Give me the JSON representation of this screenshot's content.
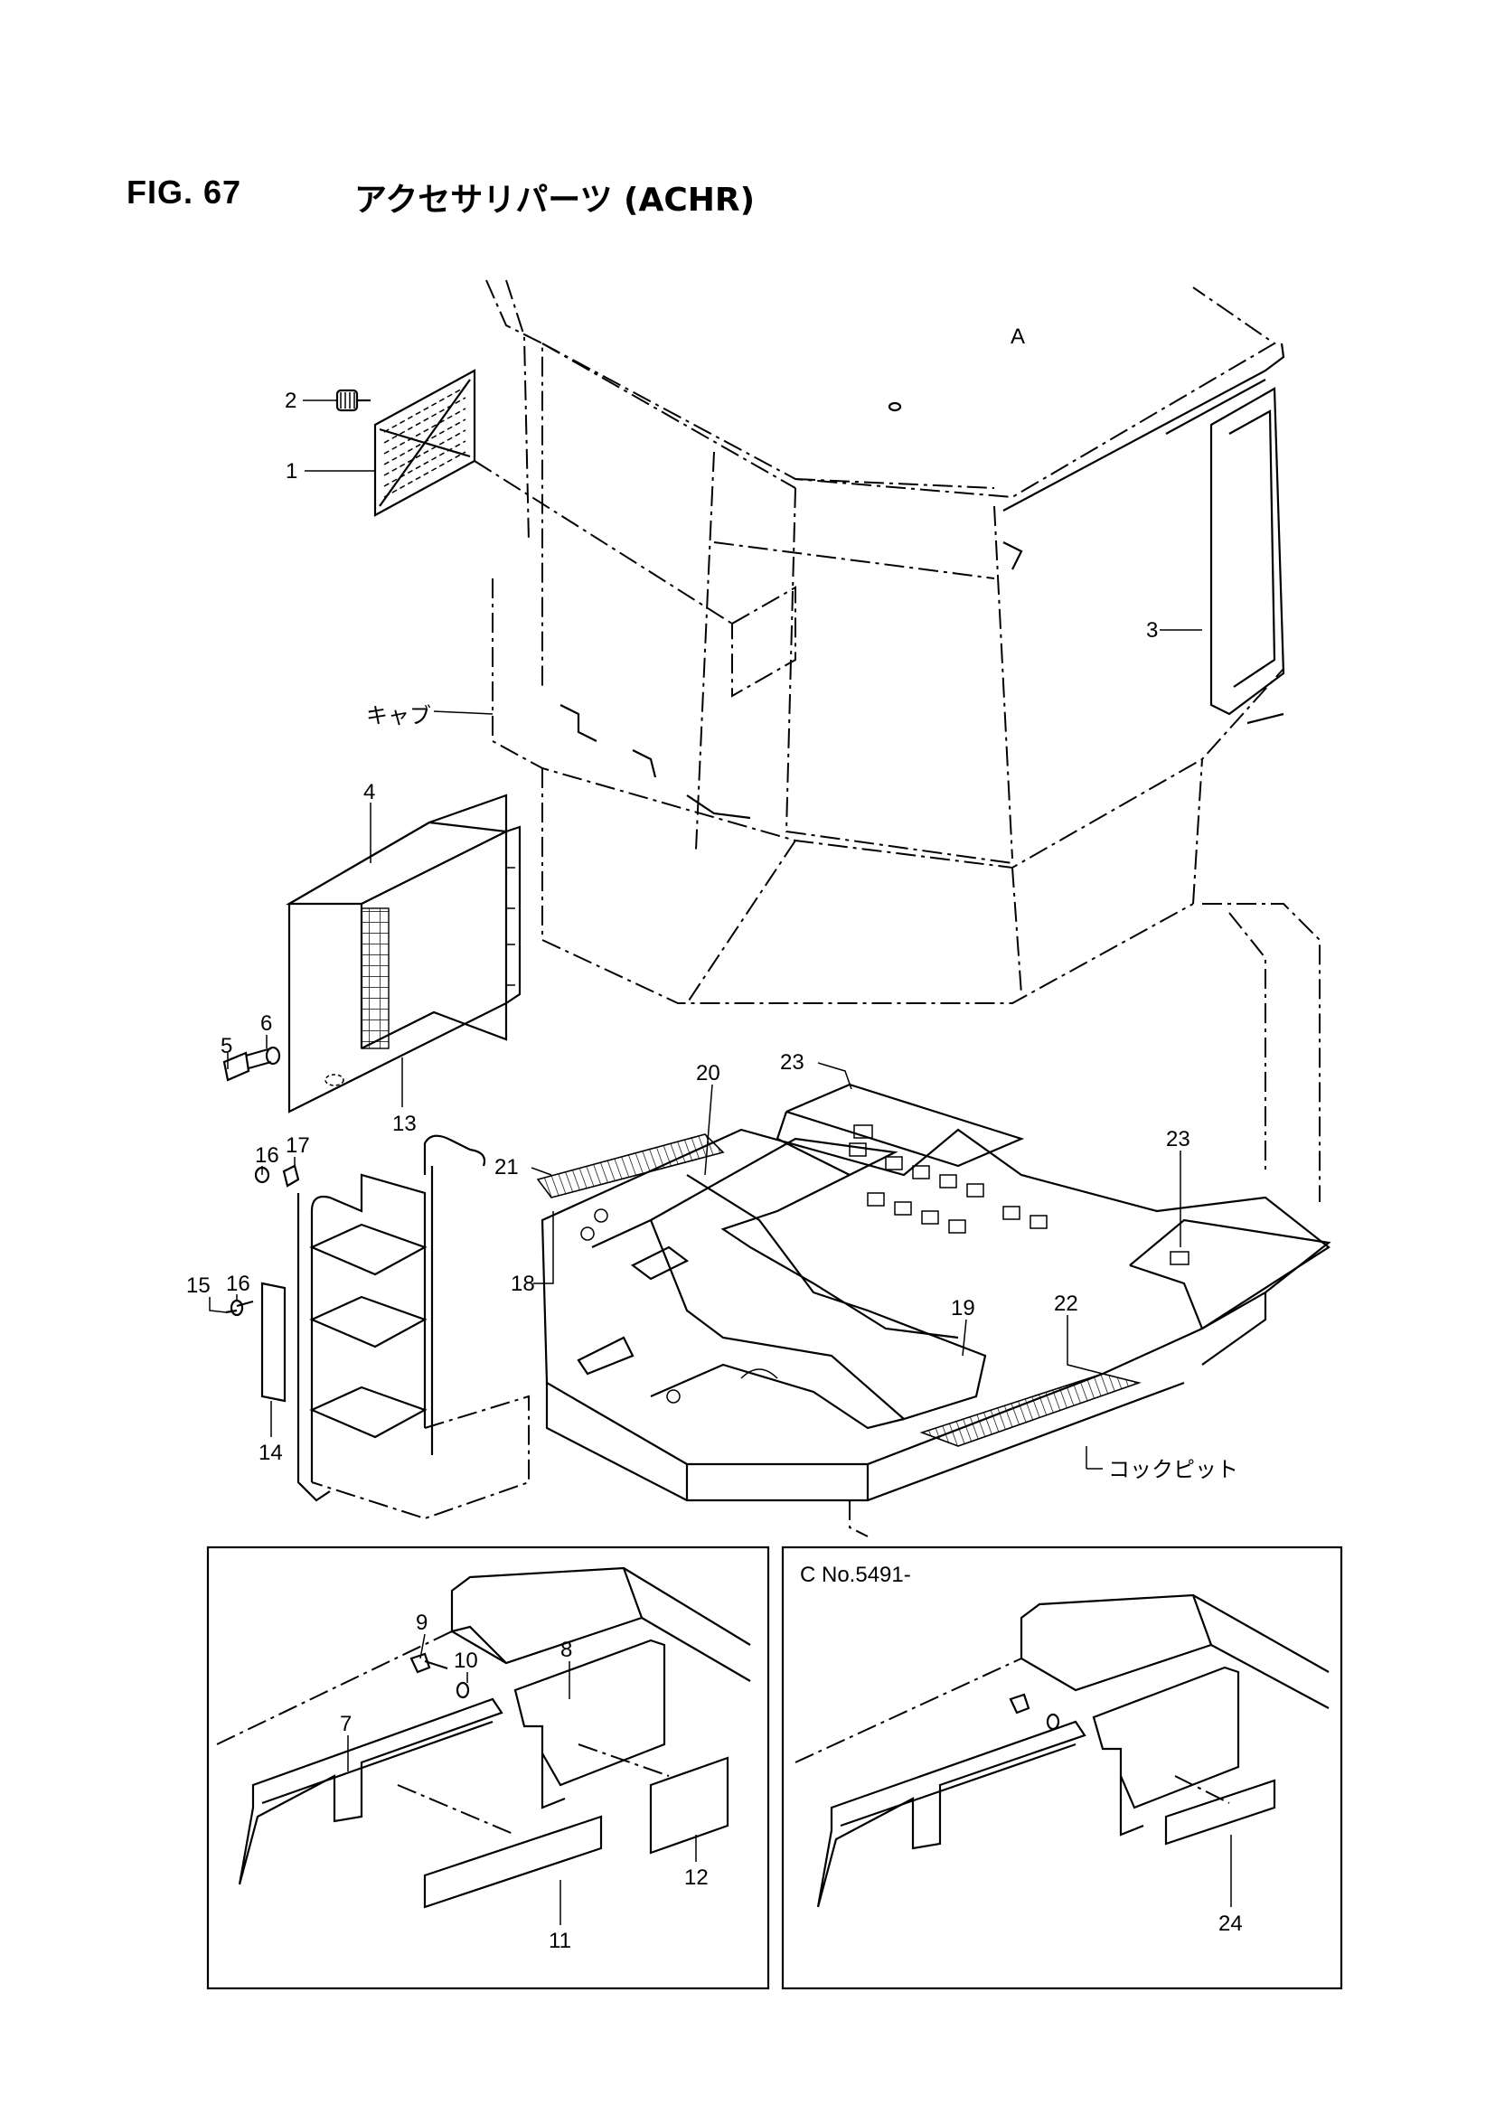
{
  "figure": {
    "number": "FIG. 67",
    "title": "アクセサリパーツ (ACHR)"
  },
  "view_marker": "A",
  "assembly_labels": {
    "cab": "キャブ",
    "cockpit": "コックピット"
  },
  "inset_right_caption": "C No.5491-",
  "callouts": {
    "c1": "1",
    "c2": "2",
    "c3": "3",
    "c4": "4",
    "c5": "5",
    "c6": "6",
    "c7": "7",
    "c8": "8",
    "c9": "9",
    "c10": "10",
    "c11": "11",
    "c12": "12",
    "c13": "13",
    "c14": "14",
    "c15": "15",
    "c16a": "16",
    "c16b": "16",
    "c17": "17",
    "c18": "18",
    "c19": "19",
    "c20": "20",
    "c21": "21",
    "c22": "22",
    "c23a": "23",
    "c23b": "23",
    "c24": "24"
  }
}
